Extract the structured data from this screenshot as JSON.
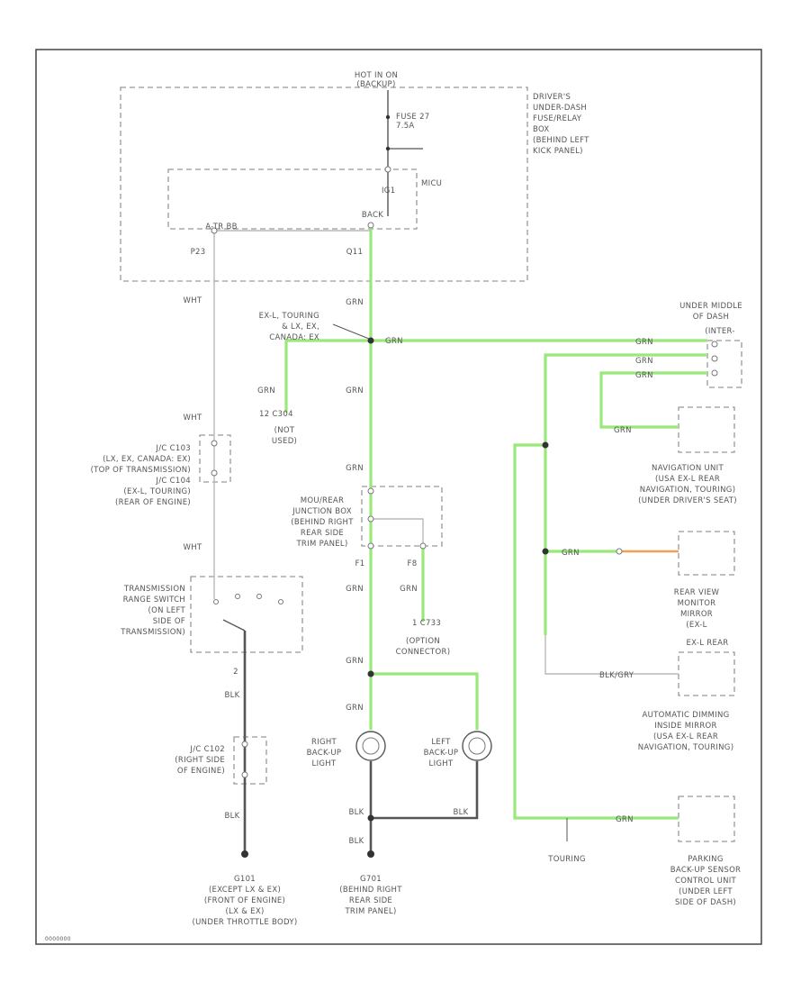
{
  "labels": {
    "hot_in_on": [
      "HOT IN ON",
      "(BACKUP)"
    ],
    "fuse": [
      "FUSE 27",
      "7.5A"
    ],
    "drivers_box": [
      "DRIVER'S",
      "UNDER-DASH",
      "FUSE/RELAY",
      "BOX",
      "(BEHIND LEFT",
      "KICK PANEL)"
    ],
    "ig1": "IG1",
    "micu": "MICU",
    "back": "BACK",
    "atr_bb": "A-TR BB",
    "p23": "P23",
    "q11": "Q11",
    "wht1": "WHT",
    "wht2": "WHT",
    "wht3": "WHT",
    "grn_labels": [
      "GRN",
      "GRN",
      "GRN",
      "GRN",
      "GRN",
      "GRN",
      "GRN",
      "GRN"
    ],
    "ex_touring": [
      "EX-L, TOURING",
      "& LX, EX,",
      "CANADA: EX"
    ],
    "grn_right": "GRN",
    "under_middle": [
      "UNDER MIDDLE",
      "OF DASH",
      "(INTER-"
    ],
    "c304": "12  C304",
    "not_used": [
      "(NOT",
      "USED)"
    ],
    "jc_c103": [
      "J/C C103",
      "(LX, EX, CANADA: EX)",
      "(TOP OF TRANSMISSION)",
      "J/C C104",
      "(EX-L, TOURING)",
      "(REAR OF ENGINE)"
    ],
    "mou": [
      "MOU/REAR",
      "JUNCTION BOX",
      "(BEHIND RIGHT",
      "REAR SIDE",
      "TRIM PANEL)"
    ],
    "pin_f1": "F1",
    "pin_f8": "F8",
    "option_conn": [
      "1  C733",
      "(OPTION",
      "CONNECTOR)"
    ],
    "trans_switch": [
      "TRANSMISSION",
      "RANGE SWITCH",
      "(ON LEFT",
      "SIDE OF",
      "TRANSMISSION)"
    ],
    "pin_2": "2",
    "blk1": "BLK",
    "blk2": "BLK",
    "blk3": "BLK",
    "blk4": "BLK",
    "blk5": "BLK",
    "jc_c102": [
      "J/C C102",
      "(RIGHT SIDE",
      "OF ENGINE)"
    ],
    "g101": [
      "G101",
      "(EXCEPT LX & EX)",
      "(FRONT OF ENGINE)",
      "(LX & EX)",
      "(UNDER THROTTLE BODY)"
    ],
    "g701": [
      "G701",
      "(BEHIND RIGHT",
      "REAR SIDE",
      "TRIM PANEL)"
    ],
    "right_backup": [
      "RIGHT",
      "BACK-UP",
      "LIGHT"
    ],
    "left_backup": [
      "LEFT",
      "BACK-UP",
      "LIGHT"
    ],
    "nav_unit": [
      "NAVIGATION UNIT",
      "(USA EX-L REAR",
      "NAVIGATION, TOURING)",
      "(UNDER DRIVER'S SEAT)"
    ],
    "rear_mirror": [
      "REAR VIEW",
      "MONITOR",
      "MIRROR",
      "(EX-L",
      "EX-L REAR"
    ],
    "auto_dim": [
      "AUTOMATIC DIMMING",
      "INSIDE MIRROR",
      "(USA EX-L REAR",
      "NAVIGATION, TOURING)"
    ],
    "parking": [
      "PARKING",
      "BACK-UP SENSOR",
      "CONTROL UNIT",
      "(UNDER LEFT",
      "SIDE OF DASH)"
    ],
    "touring": "TOURING",
    "blkgry": "BLK/GRY",
    "grn_nav": "GRN",
    "grn_rv": "GRN",
    "grn_park": "GRN",
    "grn_mid1": "GRN",
    "grn_mid2": "GRN",
    "grn_mid3": "GRN",
    "ref_code": "0000000"
  },
  "colors": {
    "green_wire": "#9ae87a",
    "black_wire": "#555555",
    "white_wire": "#b8b8b8",
    "orange_wire": "#f0a050"
  }
}
